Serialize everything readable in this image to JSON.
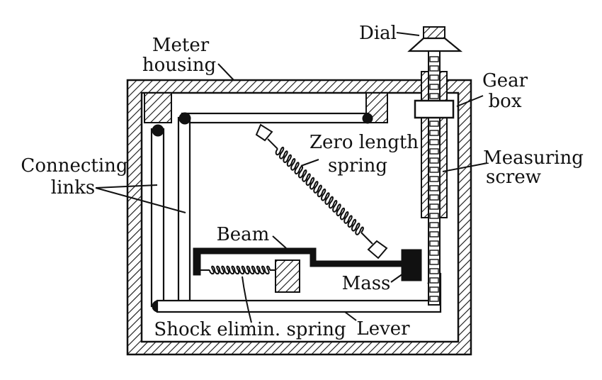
{
  "labels": {
    "dial": "Dial",
    "meter_housing_1": "Meter",
    "meter_housing_2": "housing",
    "gear_box_1": "Gear",
    "gear_box_2": "box",
    "zero_length_1": "Zero length",
    "zero_length_2": "spring",
    "connecting_1": "Connecting",
    "connecting_2": "links",
    "measuring_1": "Measuring",
    "measuring_2": "screw",
    "beam": "Beam",
    "mass": "Mass",
    "shock_spring": "Shock elimin. spring",
    "lever": "Lever"
  },
  "colors": {
    "ink": "#111111",
    "background": "#ffffff"
  }
}
